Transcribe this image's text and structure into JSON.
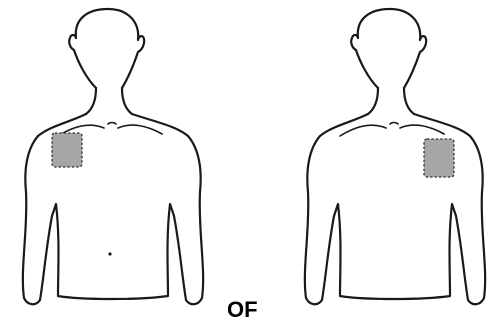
{
  "separator_label": "OF",
  "patch_color": "#a6a6a6",
  "figures": [
    {
      "name": "left-torso",
      "patch_side": "right-chest"
    },
    {
      "name": "right-torso",
      "patch_side": "left-chest"
    }
  ]
}
